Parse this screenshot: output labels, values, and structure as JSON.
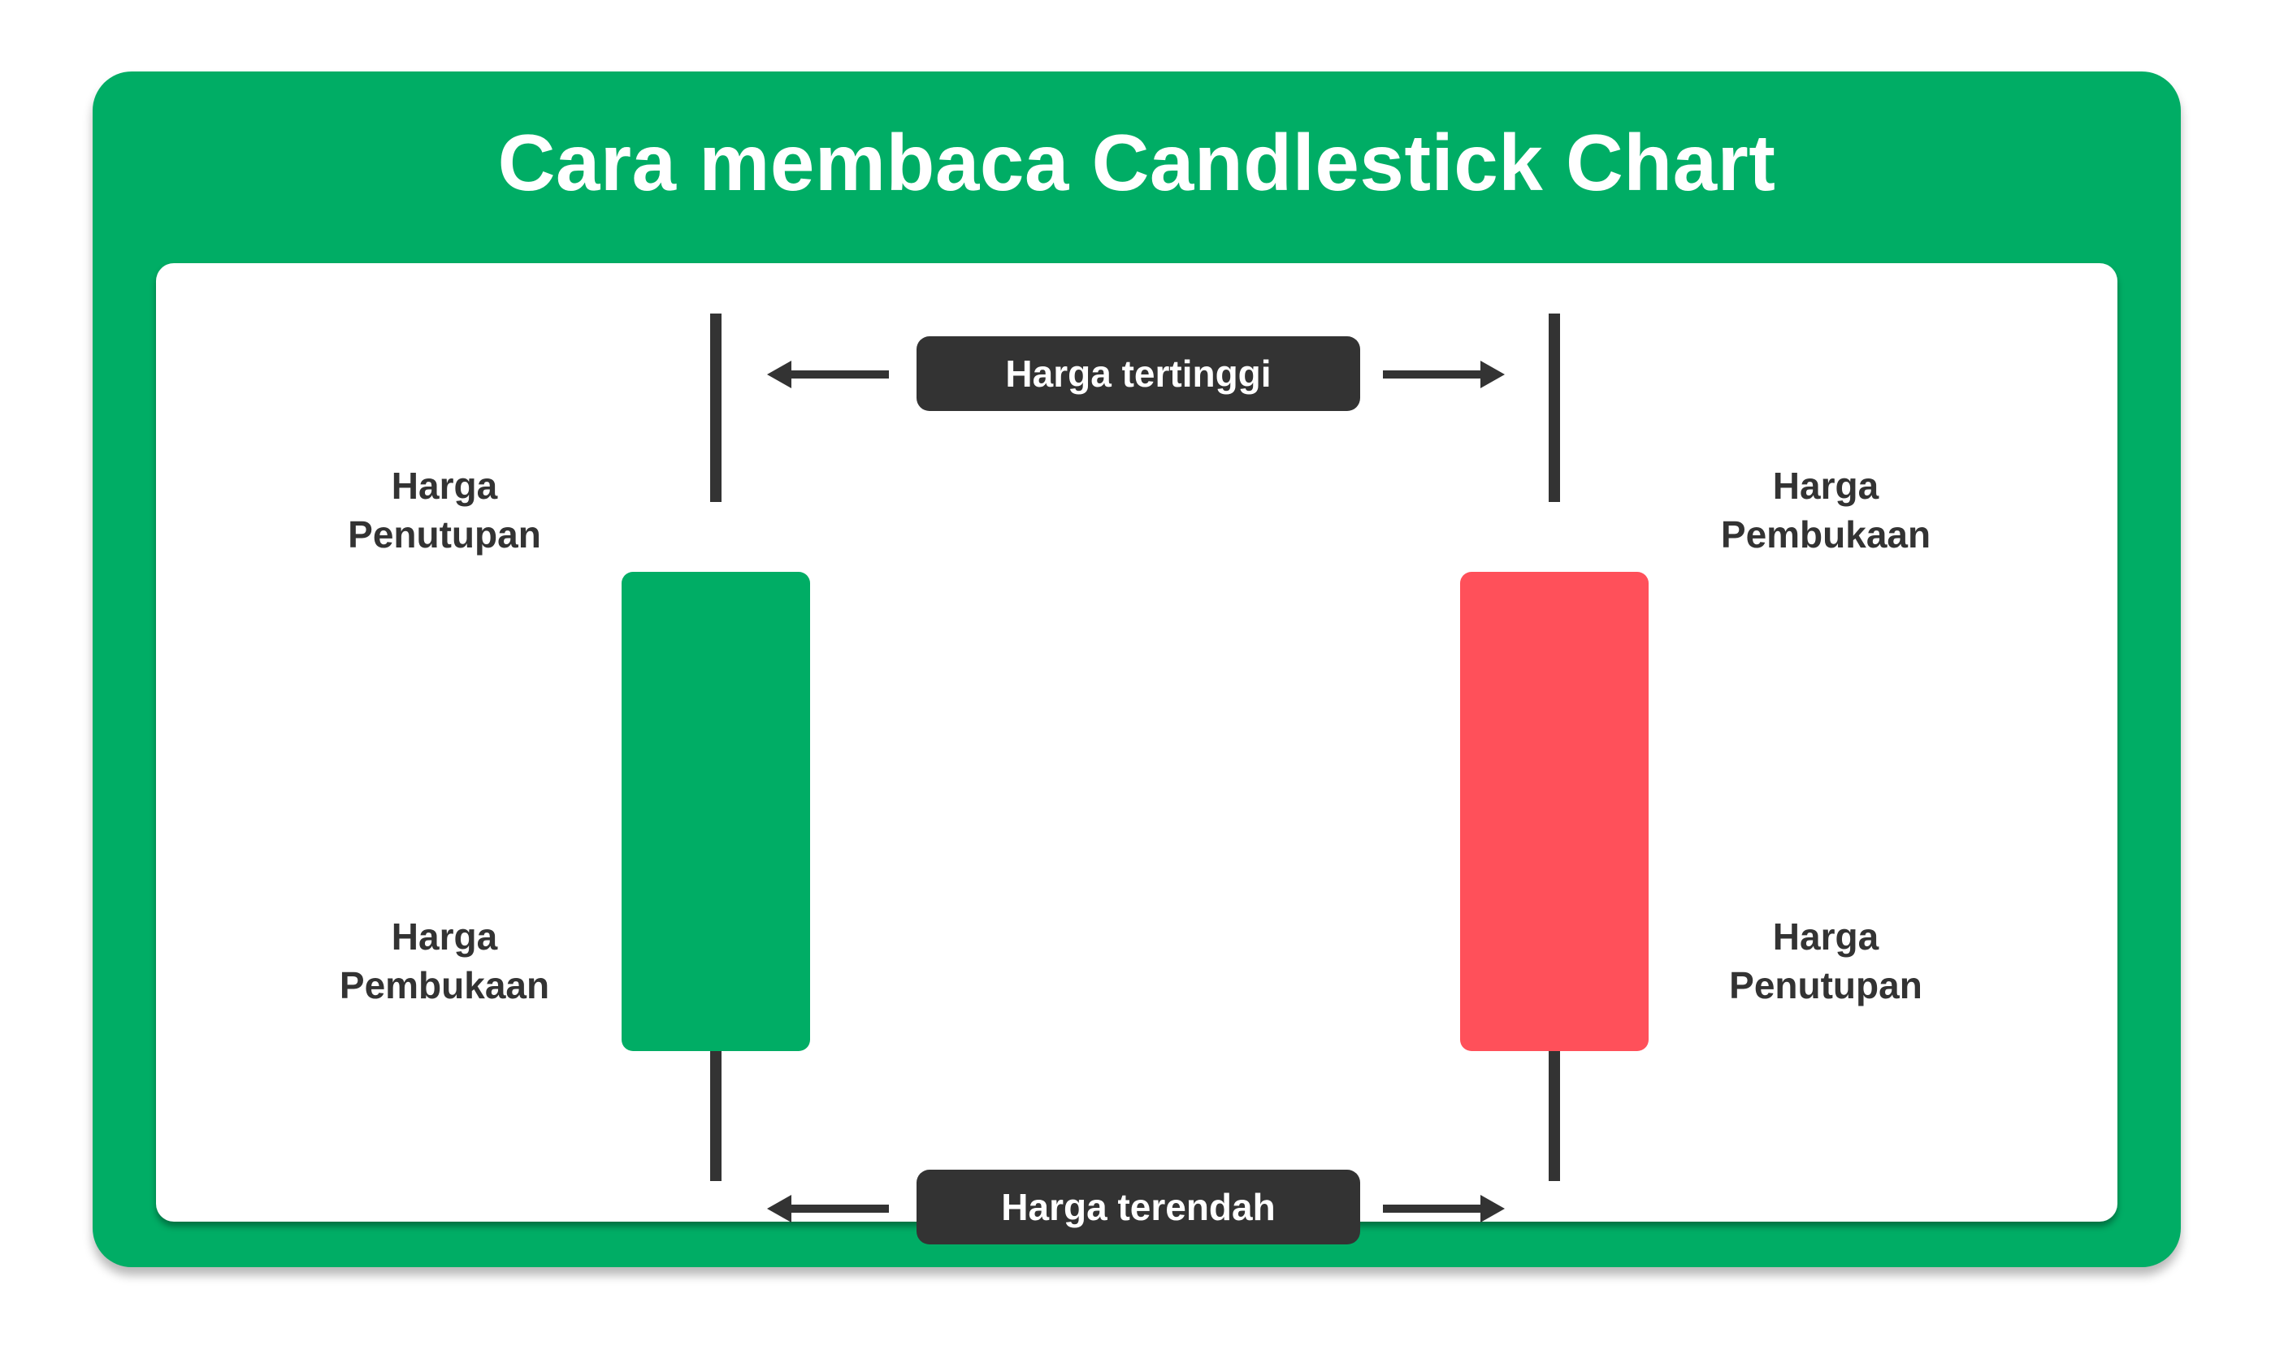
{
  "title": "Cara membaca Candlestick Chart",
  "top_pill": "Harga tertinggi",
  "bottom_pill": "Harga terendah",
  "bullish_candle": {
    "color": "#00ad65",
    "top_label": [
      "Harga",
      "Penutupan"
    ],
    "bottom_label": [
      "Harga",
      "Pembukaan"
    ]
  },
  "bearish_candle": {
    "color": "#ff505a",
    "top_label": [
      "Harga",
      "Pembukaan"
    ],
    "bottom_label": [
      "Harga",
      "Penutupan"
    ]
  },
  "colors": {
    "frame": "#00ad65",
    "dark": "#333333",
    "panel": "#ffffff"
  }
}
